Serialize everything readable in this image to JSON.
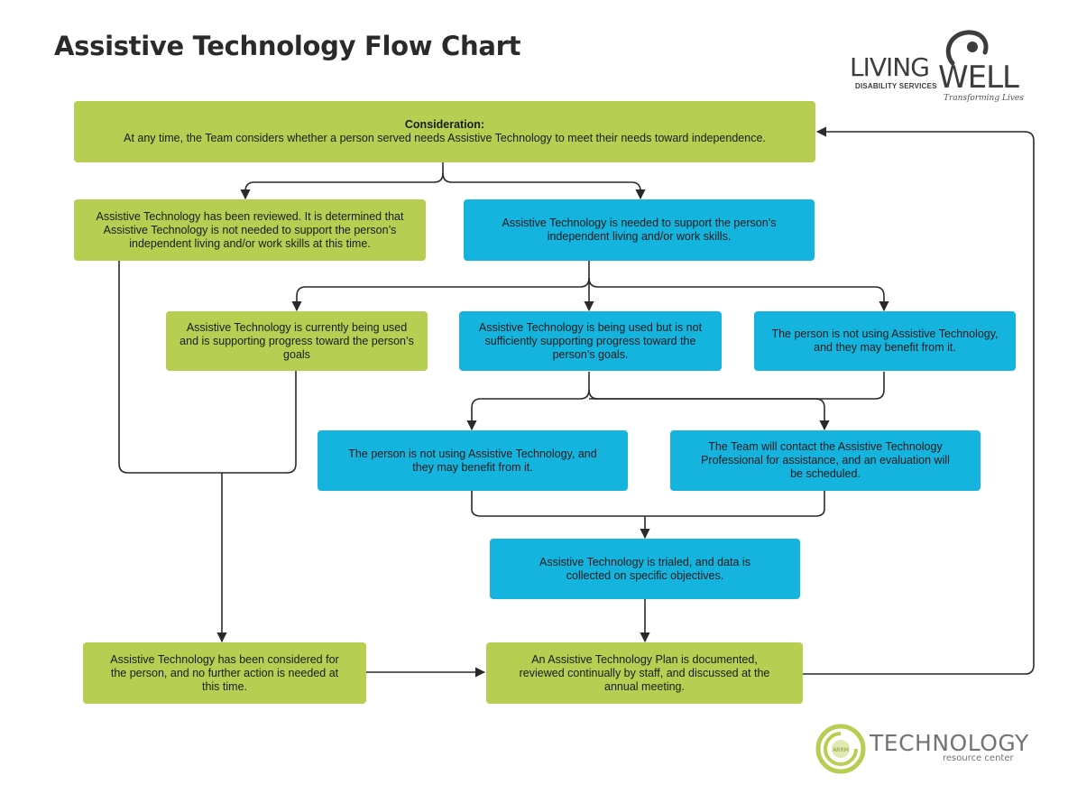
{
  "title": "Assistive Technology Flow Chart",
  "logo_top": {
    "word1": "LIVING",
    "word2": "WELL",
    "subtitle": "DISABILITY SERVICES",
    "tagline": "Transforming Lives"
  },
  "logo_bottom": {
    "word": "TECHNOLOGY",
    "subtitle": "resource center",
    "badge": "ARRM"
  },
  "colors": {
    "green": "#b6cf52",
    "blue": "#14b4de",
    "connector": "#2a2a2a"
  },
  "boxes": {
    "consideration": {
      "heading": "Consideration:",
      "text": "At any time, the Team considers whether a person served needs Assistive Technology to meet their needs toward independence."
    },
    "not_needed": "Assistive Technology has been reviewed. It is determined that Assistive Technology is not needed to support the person’s independent living and/or work skills at this time.",
    "needed": "Assistive Technology is needed to support the person’s independent living and/or work skills.",
    "currently_used": "Assistive Technology is currently being used and is supporting progress toward the person’s goals",
    "not_sufficient": "Assistive Technology is being used but is not sufficiently supporting progress toward the person’s goals.",
    "not_using_1": "The person is not using Assistive Technology, and they may benefit from it.",
    "not_using_2": "The person is not using Assistive Technology, and they may benefit from it.",
    "contact_professional": "The Team will contact the Assistive Technology Professional for assistance, and an evaluation will be scheduled.",
    "trialed": "Assistive Technology is trialed, and data is collected on specific objectives.",
    "no_further_action": "Assistive Technology has been considered for the person, and no further action is needed at this time.",
    "plan_documented": "An Assistive Technology Plan is documented, reviewed continually by staff, and discussed at the annual meeting."
  }
}
